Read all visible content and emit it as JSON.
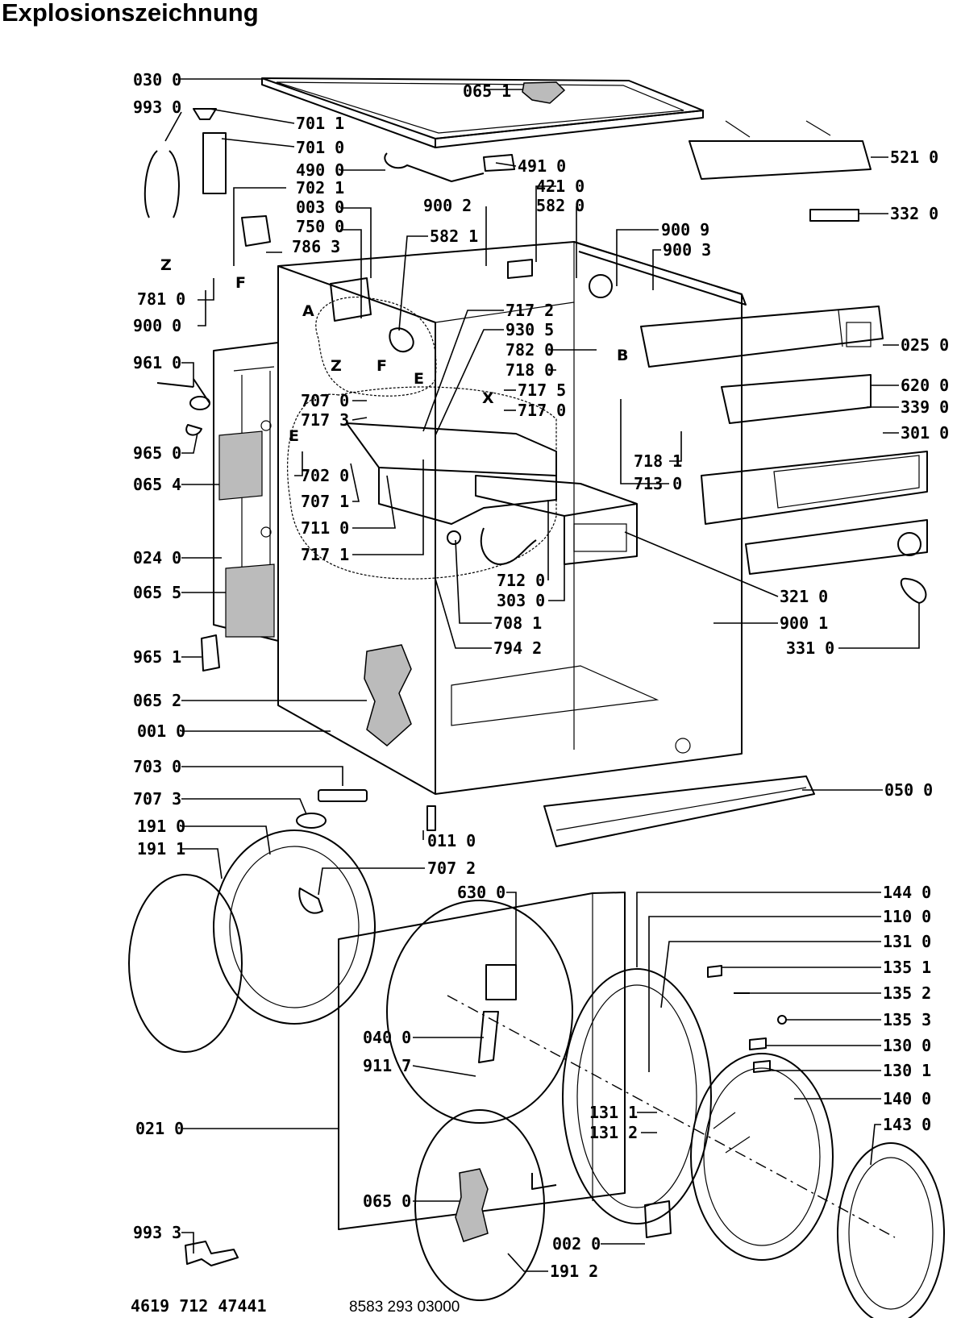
{
  "title": "Explosionszeichnung",
  "footer": {
    "left_code": "4619 712 47441",
    "right_code": "8583 293 03000"
  },
  "labels": {
    "l0300": "030 0",
    "l9930": "993 0",
    "l7011": "701 1",
    "l7010": "701 0",
    "l4900": "490 0",
    "l7021": "702 1",
    "l0030": "003 0",
    "l7500": "750 0",
    "l7863": "786 3",
    "l5821": "582 1",
    "l0651": "065 1",
    "l4910": "491 0",
    "l4210": "421 0",
    "l9002": "900 2",
    "l5820": "582 0",
    "l5210": "521 0",
    "l3320": "332 0",
    "l9009": "900 9",
    "l9003": "900 3",
    "l7810": "781 0",
    "l9000": "900 0",
    "l7172": "717 2",
    "l9305": "930 5",
    "l7820": "782 0",
    "l7180": "718 0",
    "l7175": "717 5",
    "l7170": "717 0",
    "l0250": "025 0",
    "l6200": "620 0",
    "l3390": "339 0",
    "l3010": "301 0",
    "l9610": "961 0",
    "l7070": "707 0",
    "l7173": "717 3",
    "l9650": "965 0",
    "l0654": "065 4",
    "l7020": "702 0",
    "l7071": "707 1",
    "l7110": "711 0",
    "l7181": "718 1",
    "l7130": "713 0",
    "l0240": "024 0",
    "l7171": "717 1",
    "l7120": "712 0",
    "l3030": "303 0",
    "l0655": "065 5",
    "l7081": "708 1",
    "l3210": "321 0",
    "l9001": "900 1",
    "l7942": "794 2",
    "l3310": "331 0",
    "l9651": "965 1",
    "l0652": "065 2",
    "l0010": "001 0",
    "l7030": "703 0",
    "l0500": "050 0",
    "l7073": "707 3",
    "l1910": "191 0",
    "l0110": "011 0",
    "l1911": "191 1",
    "l7072": "707 2",
    "l6300": "630 0",
    "l1440": "144 0",
    "l1100": "110 0",
    "l1310": "131 0",
    "l1351": "135 1",
    "l1352": "135 2",
    "l1353": "135 3",
    "l0400": "040 0",
    "l1300": "130 0",
    "l9117": "911 7",
    "l1301": "130 1",
    "l1400": "140 0",
    "l1311": "131 1",
    "l0210": "021 0",
    "l1312": "131 2",
    "l1430": "143 0",
    "l0650": "065 0",
    "l9933": "993 3",
    "l0020": "002 0",
    "l1912": "191 2"
  },
  "letters": {
    "A": "A",
    "Z1": "Z",
    "Z2": "Z",
    "F1": "F",
    "F2": "F",
    "E1": "E",
    "E2": "E",
    "B": "B",
    "X": "X"
  }
}
